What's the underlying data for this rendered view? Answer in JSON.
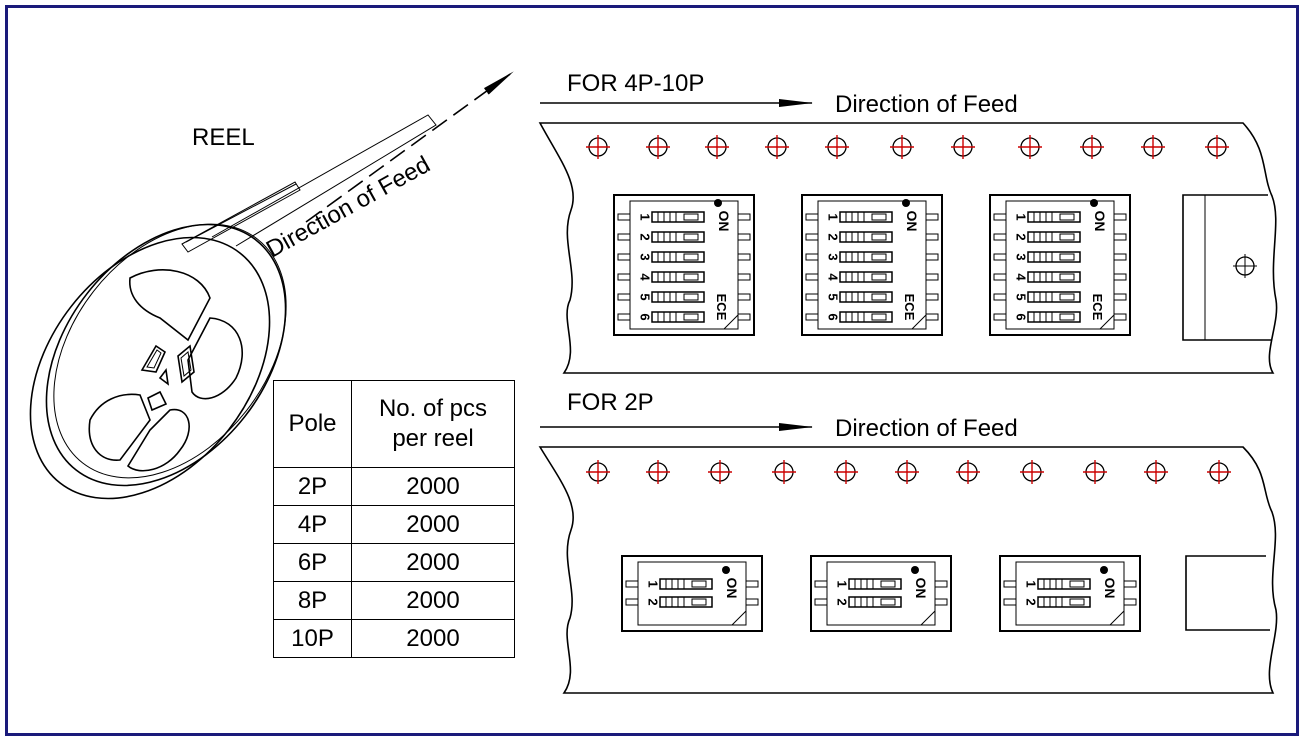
{
  "labels": {
    "reel": "REEL",
    "reel_feed": "Direction of Feed",
    "top_header": "FOR 4P-10P",
    "top_feed": "Direction of Feed",
    "bottom_header": "FOR 2P",
    "bottom_feed": "Direction of Feed"
  },
  "switch_marks": {
    "on": "ON",
    "brand": "ECE",
    "six_pole_numbers": [
      "1",
      "2",
      "3",
      "4",
      "5",
      "6"
    ],
    "two_pole_numbers": [
      "1",
      "2"
    ]
  },
  "table": {
    "headers": [
      "Pole",
      "No. of pcs per reel"
    ],
    "rows": [
      {
        "pole": "2P",
        "pcs": "2000"
      },
      {
        "pole": "4P",
        "pcs": "2000"
      },
      {
        "pole": "6P",
        "pcs": "2000"
      },
      {
        "pole": "8P",
        "pcs": "2000"
      },
      {
        "pole": "10P",
        "pcs": "2000"
      }
    ]
  },
  "colors": {
    "frame": "#1a1a7a",
    "sprocket_crosshair": "#cc0000",
    "line": "#000000"
  }
}
